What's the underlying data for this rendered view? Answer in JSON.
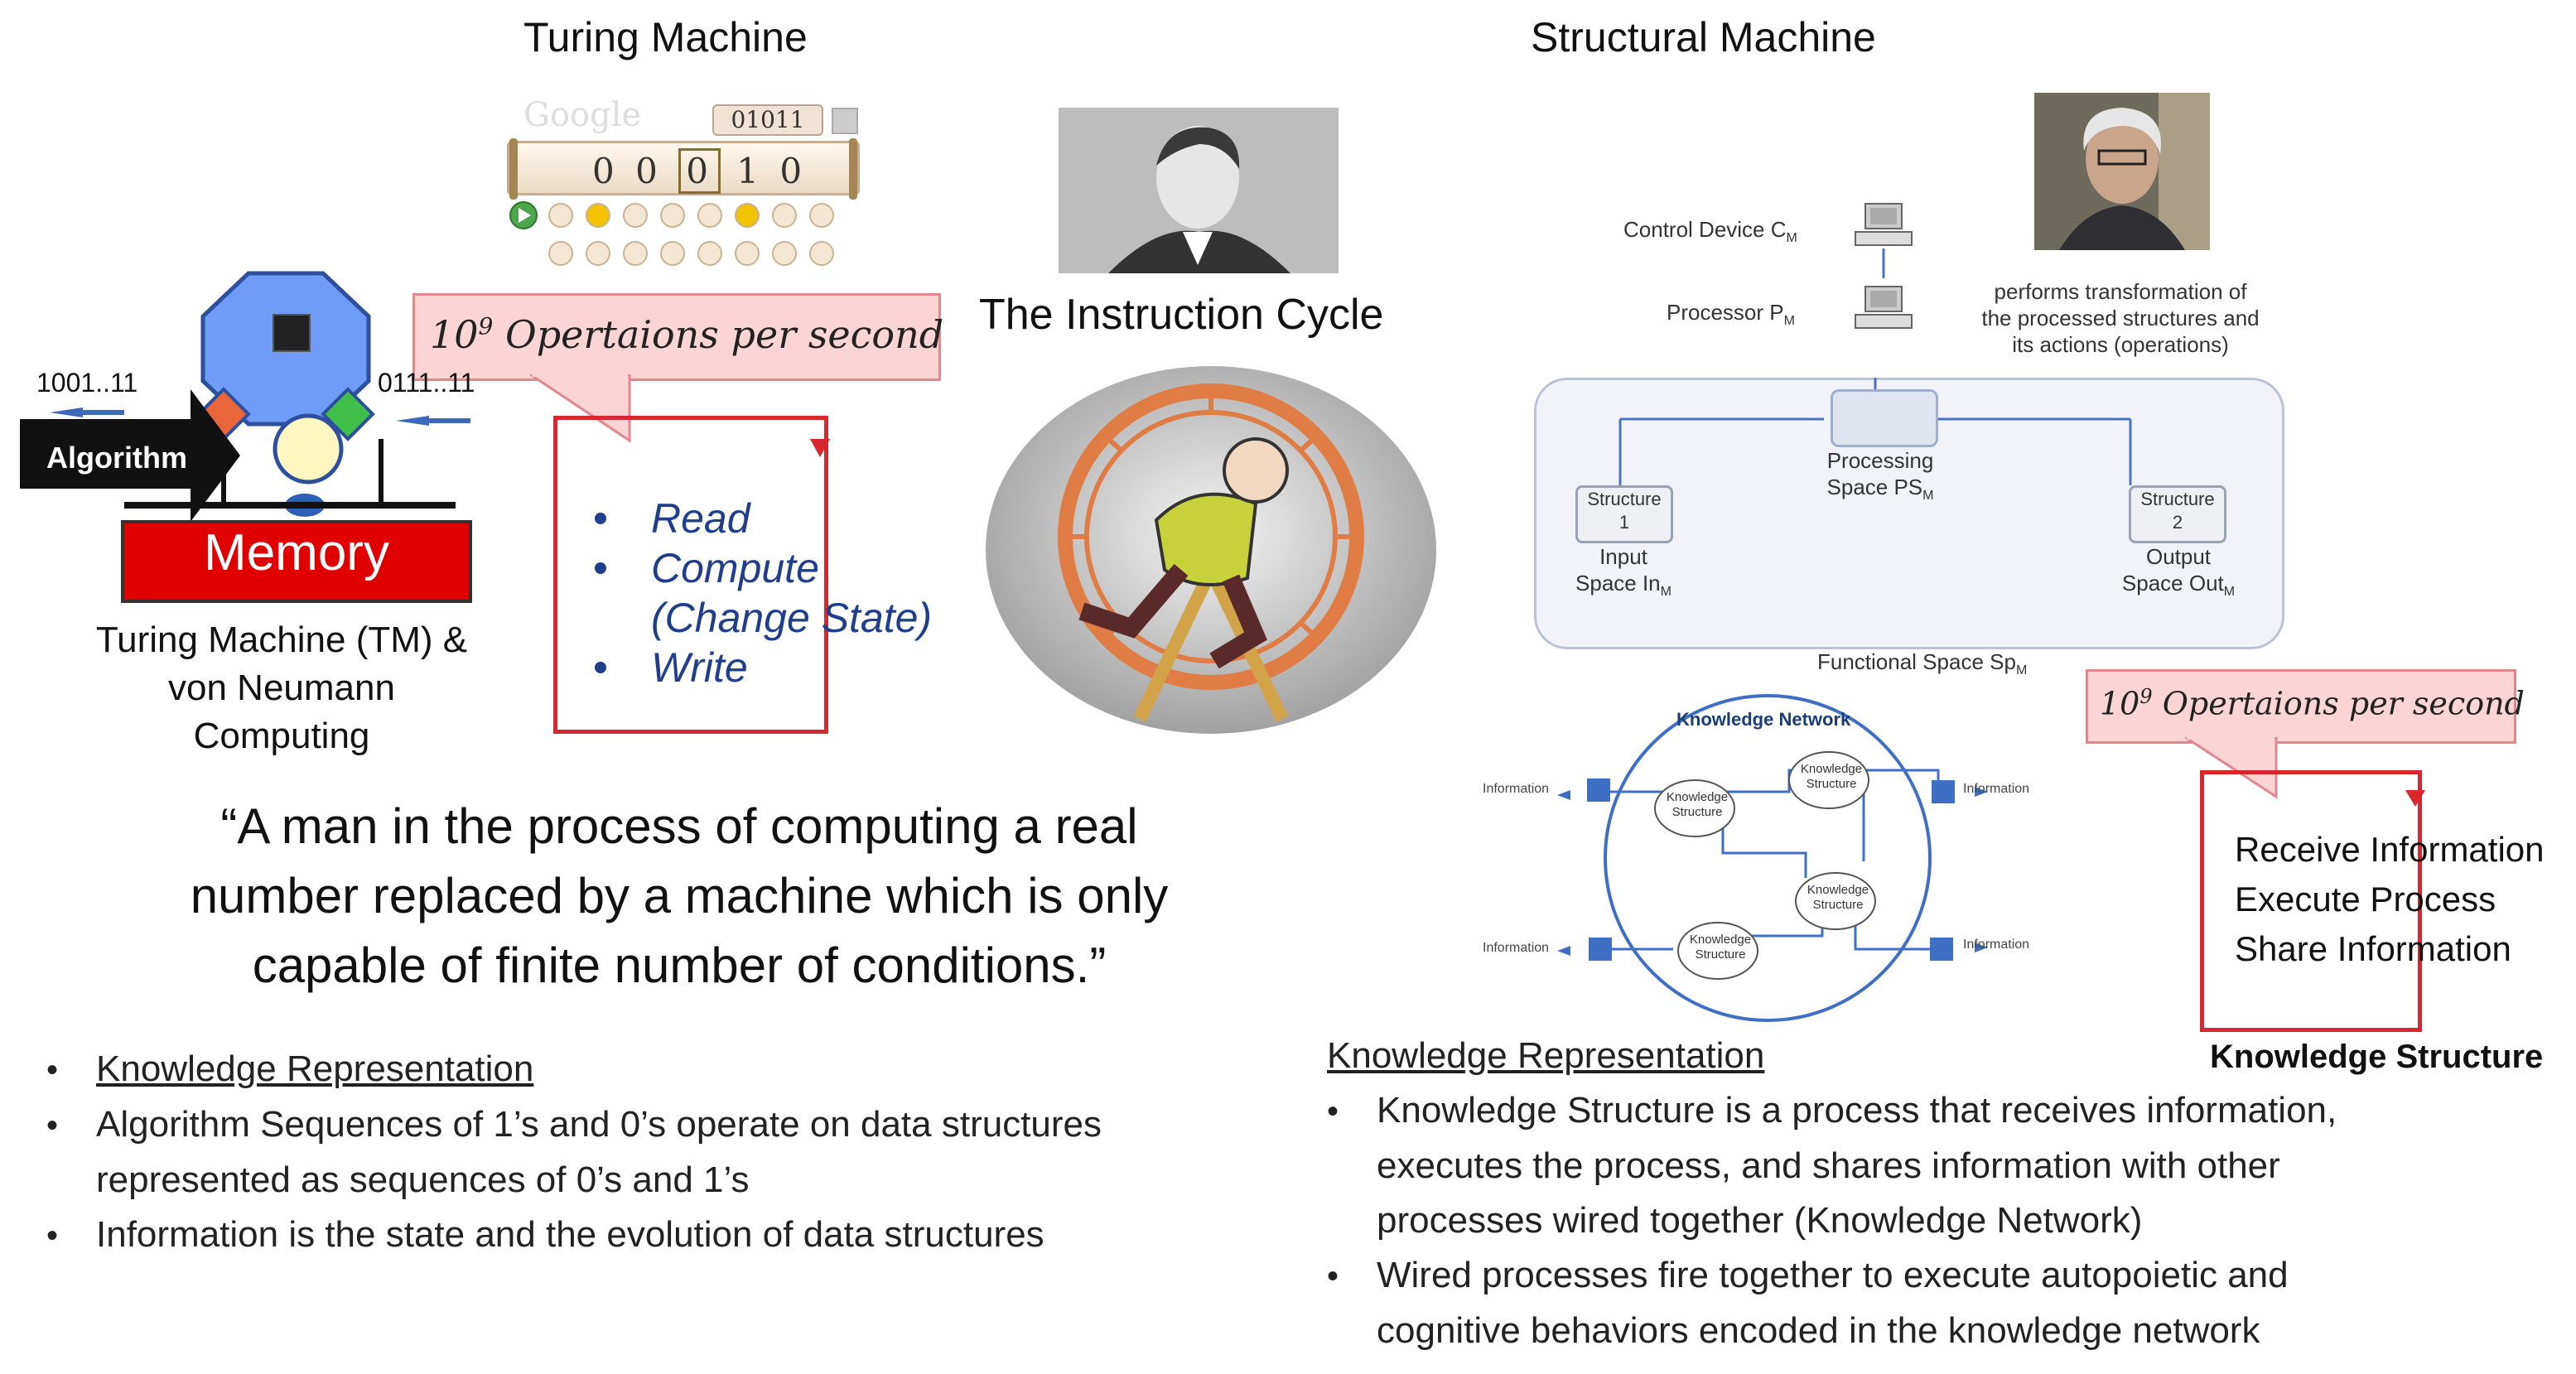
{
  "left": {
    "title": "Turing Machine",
    "google": {
      "logo": "Google",
      "tape_counter": "01011",
      "tape_digits": [
        "0",
        "0",
        "0",
        "1",
        "0"
      ]
    },
    "callout": {
      "base": "10",
      "exp": "9",
      "text": " Opertaions per second"
    },
    "steps": [
      "Read",
      "Compute",
      "(Change State)",
      "Write"
    ],
    "tm": {
      "in_bits": "1001..11",
      "out_bits": "0111..11",
      "algorithm": "Algorithm",
      "memory": "Memory",
      "caption": [
        "Turing Machine (TM) &",
        "von Neumann",
        "Computing"
      ]
    }
  },
  "center": {
    "instruction_cycle": "The Instruction Cycle"
  },
  "quote": [
    "“A man in the process of computing a real",
    "number replaced by a machine which is only",
    "capable of finite number of conditions.”"
  ],
  "left_bullets": {
    "heading": "Knowledge Representation",
    "items": [
      [
        "Algorithm Sequences of 1’s and 0’s operate on data structures",
        "represented  as sequences of 0’s and 1’s"
      ],
      [
        "Information is the state and the evolution of data structures"
      ]
    ]
  },
  "right": {
    "title": "Structural Machine",
    "control": {
      "text": "Control Device C",
      "sub": "M"
    },
    "processor": {
      "text": "Processor P",
      "sub": "M"
    },
    "transform": [
      "performs transformation of",
      "the processed structures and",
      "its actions (operations)"
    ],
    "structure1": [
      "Structure",
      "1"
    ],
    "structure2": [
      "Structure",
      "2"
    ],
    "processing": {
      "line1": "Processing",
      "line2": "Space PS",
      "sub": "M"
    },
    "input": {
      "line1": "Input",
      "line2": "Space In",
      "sub": "M"
    },
    "output": {
      "line1": "Output",
      "line2": "Space Out",
      "sub": "M"
    },
    "functional": {
      "text": "Functional Space Sp",
      "sub": "M"
    },
    "network": {
      "title": "Knowledge Network",
      "node": "Knowledge Structure",
      "information": "Information"
    },
    "callout": {
      "base": "10",
      "exp": "9",
      "text": " Opertaions per second"
    },
    "steps": [
      "Receive Information",
      "Execute Process",
      "Share Information"
    ],
    "ks_label": "Knowledge Structure"
  },
  "right_bullets": {
    "heading": "Knowledge Representation",
    "items": [
      [
        "Knowledge Structure is a process that receives information,",
        "executes the process, and shares information with other",
        "processes wired together (Knowledge Network)"
      ],
      [
        "Wired processes fire together to execute autopoietic and",
        "cognitive behaviors encoded in the knowledge network"
      ]
    ]
  }
}
